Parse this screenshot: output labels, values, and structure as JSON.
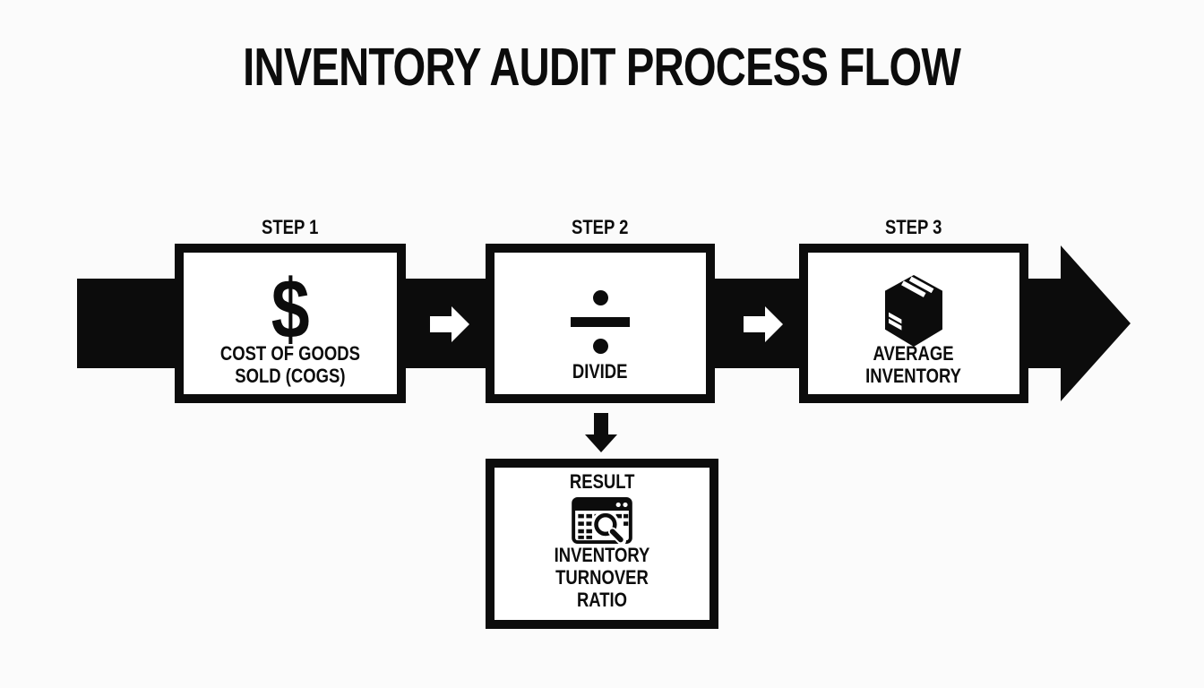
{
  "title": "INVENTORY AUDIT PROCESS FLOW",
  "colors": {
    "ink": "#0c0c0c",
    "background": "#fbfbfb",
    "box_fill": "#ffffff"
  },
  "steps": [
    {
      "label": "STEP 1",
      "icon": "dollar-sign-icon",
      "icon_glyph": "$",
      "caption": "COST OF GOODS\nSOLD (COGS)"
    },
    {
      "label": "STEP 2",
      "icon": "divide-icon",
      "caption": "DIVIDE"
    },
    {
      "label": "STEP 3",
      "icon": "package-box-icon",
      "caption": "AVERAGE\nINVENTORY"
    }
  ],
  "result": {
    "label": "RESULT",
    "icon": "report-magnifier-icon",
    "caption": "INVENTORY TURNOVER\nRATIO"
  },
  "connectors": {
    "main_flow": "right-arrow-band",
    "between_steps": "small-right-arrow-icon",
    "to_result": "down-arrow-icon"
  }
}
